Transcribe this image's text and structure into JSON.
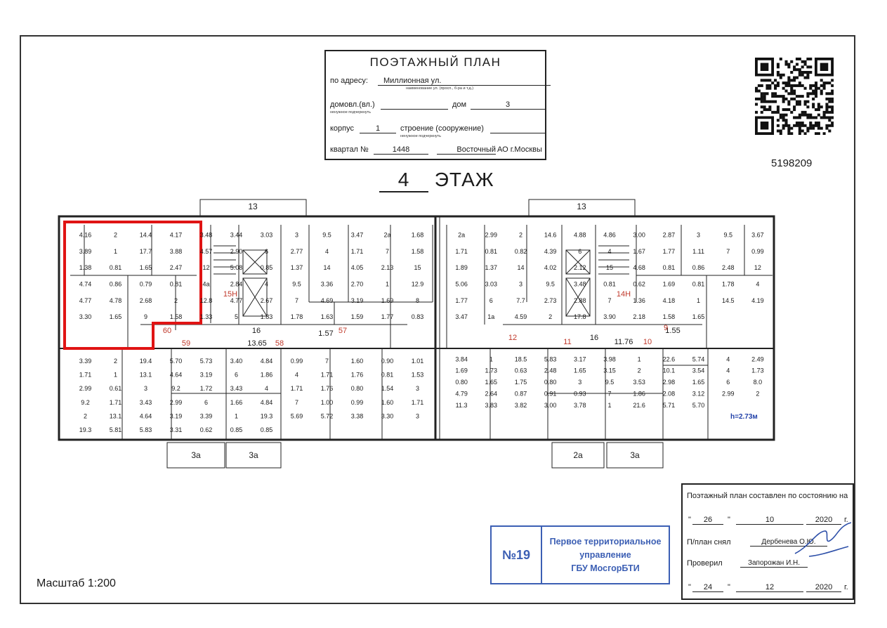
{
  "header": {
    "title": "ПОЭТАЖНЫЙ ПЛАН",
    "address_label": "по адресу:",
    "address_value": "Миллионная ул.",
    "address_hint": "наименование ул. (просп., б-ра и т.д.)",
    "domovl_label": "домовл.(вл.)",
    "domovl_hint": "ненужное подчеркнуть",
    "dom_label": "дом",
    "dom_value": "3",
    "korpus_label": "корпус",
    "korpus_value": "1",
    "stroenie_label": "строение (сооружение)",
    "stroenie_hint": "ненужное подчеркнуть",
    "kvartal_label": "квартал №",
    "kvartal_value": "1448",
    "okrug_value": "Восточный",
    "okrug_suffix": "АО г.Москвы"
  },
  "sheet_number": "5198209",
  "floor": {
    "number": "4",
    "label": "ЭТАЖ"
  },
  "scale": "Масштаб 1:200",
  "ceiling_height": "h=2.73м",
  "stamp": {
    "number": "№19",
    "line1": "Первое территориальное",
    "line2": "управление",
    "line3": "ГБУ МосгорБТИ"
  },
  "certificate": {
    "title": "Поэтажный план составлен по состоянию на",
    "date1_day": "26",
    "date1_month": "10",
    "date1_year": "2020",
    "g1": "г.",
    "surveyed_label": "П/план снял",
    "surveyed_name": "Дербенева О.Ю.",
    "checked_label": "Проверил",
    "checked_name": "Запорожан И.Н.",
    "date2_day": "24",
    "date2_month": "12",
    "date2_year": "2020",
    "g2": "г."
  },
  "colors": {
    "highlight": "#e01414",
    "stamp": "#3c5fb4",
    "apartment_number": "#c0392b",
    "height_note": "#1f3fa8"
  },
  "plan": {
    "balconies_top": [
      "13",
      "13"
    ],
    "balconies_bottom": [
      "3a",
      "3a",
      "2a",
      "3a"
    ],
    "corridors": [
      "16",
      "13.65",
      "1.57",
      "16",
      "11.76",
      "1.55"
    ],
    "apartments": [
      "15Н",
      "14Н",
      "60",
      "59",
      "58",
      "57",
      "12",
      "11",
      "10",
      "9"
    ],
    "left_top": [
      "4.16",
      "2",
      "14.4",
      "4.17",
      "3.48",
      "3.44",
      "3.03",
      "3",
      "9.5",
      "3.47",
      "2a",
      "1.68",
      "3.89",
      "1",
      "17.7",
      "3.88",
      "4.57",
      "2.90",
      "6",
      "2.77",
      "4",
      "1.71",
      "7",
      "1.58",
      "1.38",
      "0.81",
      "1.65",
      "2.47",
      "12",
      "5.08",
      "0.85",
      "1.37",
      "14",
      "4.05",
      "2.13",
      "15",
      "4.74",
      "0.86",
      "0.79",
      "0.81",
      "4a",
      "2.84",
      "4",
      "9.5",
      "3.36",
      "2.70",
      "1",
      "12.9",
      "4.77",
      "4.78",
      "2.68",
      "2",
      "12.8",
      "4.77",
      "2.67",
      "7",
      "4.69",
      "3.19",
      "1.69",
      "8",
      "3.30",
      "1.65",
      "9",
      "1.58",
      "1.33",
      "5",
      "1.83",
      "1.78",
      "1.63",
      "1.59",
      "1.77",
      "0.83"
    ],
    "left_bottom": [
      "3.39",
      "2",
      "19.4",
      "5.70",
      "5.73",
      "3.40",
      "4.84",
      "0.99",
      "7",
      "1.60",
      "0.90",
      "1.01",
      "1.71",
      "1",
      "13.1",
      "4.64",
      "3.19",
      "6",
      "1.86",
      "4",
      "1.71",
      "1.76",
      "0.81",
      "1.53",
      "2.99",
      "0.61",
      "3",
      "9.2",
      "1.72",
      "3.43",
      "4",
      "1.71",
      "1.76",
      "0.80",
      "1.54",
      "3",
      "9.2",
      "1.71",
      "3.43",
      "2.99",
      "6",
      "1.66",
      "4.84",
      "7",
      "1.00",
      "0.99",
      "1.60",
      "1.71",
      "2",
      "13.1",
      "4.64",
      "3.19",
      "3.39",
      "1",
      "19.3",
      "5.69",
      "5.72",
      "3.38",
      "3.30",
      "3",
      "19.3",
      "5.81",
      "5.83",
      "3.31",
      "0.62",
      "0.85",
      "0.85"
    ],
    "right_top": [
      "2a",
      "2.99",
      "2",
      "14.6",
      "4.88",
      "4.86",
      "3.00",
      "2.87",
      "3",
      "9.5",
      "3.67",
      "1.71",
      "0.81",
      "0.82",
      "4.39",
      "6",
      "4",
      "1.67",
      "1.77",
      "1.11",
      "7",
      "0.99",
      "1.89",
      "1.37",
      "14",
      "4.02",
      "2.12",
      "15",
      "4.68",
      "0.81",
      "0.86",
      "2.48",
      "12",
      "5.06",
      "3.03",
      "3",
      "9.5",
      "3.48",
      "0.81",
      "0.62",
      "1.69",
      "0.81",
      "1.78",
      "4",
      "1.77",
      "6",
      "7.7",
      "2.73",
      "2.88",
      "7",
      "1.36",
      "4.18",
      "1",
      "14.5",
      "4.19",
      "3.47",
      "1a",
      "4.59",
      "2",
      "17.8",
      "3.90",
      "2.18",
      "1.58",
      "1.65"
    ],
    "right_bottom": [
      "3.84",
      "1",
      "18.5",
      "5.83",
      "3.17",
      "3.98",
      "1",
      "22.6",
      "5.74",
      "4",
      "2.49",
      "1.69",
      "1.73",
      "0.63",
      "2.48",
      "1.65",
      "3.15",
      "2",
      "10.1",
      "3.54",
      "4",
      "1.73",
      "0.80",
      "1.65",
      "1.75",
      "0.80",
      "3",
      "9.5",
      "3.53",
      "2.98",
      "1.65",
      "6",
      "8.0",
      "4.79",
      "2.64",
      "0.87",
      "0.91",
      "0.93",
      "7",
      "1.86",
      "2.08",
      "3.12",
      "2.99",
      "2",
      "11.3",
      "3.83",
      "3.82",
      "3.00",
      "3.78",
      "1",
      "21.6",
      "5.71",
      "5.70"
    ]
  }
}
